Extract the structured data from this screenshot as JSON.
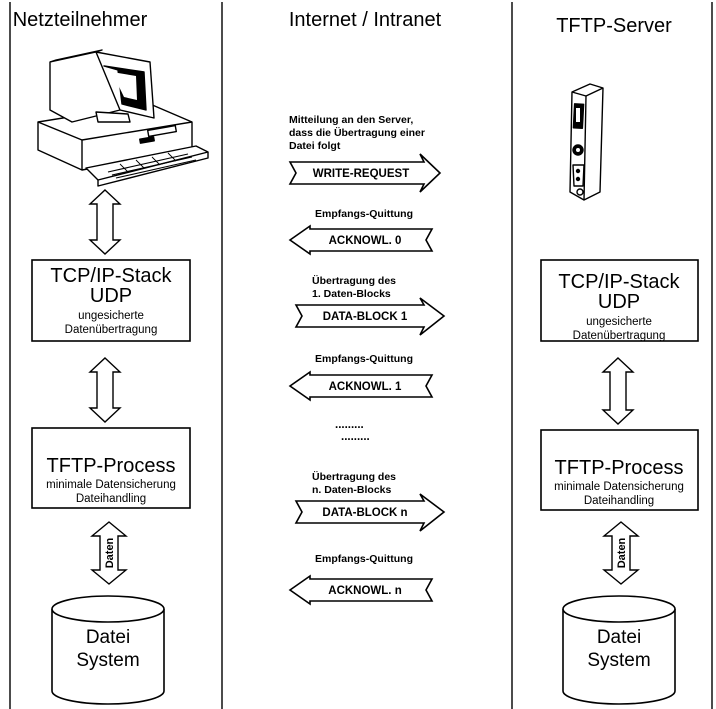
{
  "left": {
    "header": "Netzteilnehmer",
    "tcp": {
      "line1": "TCP/IP-Stack",
      "line2": "UDP",
      "line3": "ungesicherte",
      "line4": "Datenübertragung"
    },
    "tftp": {
      "line1": "TFTP-Process",
      "line2": "minimale Datensicherung",
      "line3": "Dateihandling"
    },
    "arrow_label": "Daten",
    "disk": {
      "line1": "Datei",
      "line2": "System"
    }
  },
  "middle": {
    "header": "Internet / Intranet",
    "messages": [
      {
        "lines": [
          "Mitteilung an den Server,",
          "dass die Übertragung einer",
          "Datei folgt"
        ],
        "packet": "WRITE-REQUEST",
        "direction": "right"
      },
      {
        "lines": [
          "Empfangs-Quittung"
        ],
        "packet": "ACKNOWL. 0",
        "direction": "left"
      },
      {
        "lines": [
          "Übertragung des",
          "1. Daten-Blocks"
        ],
        "packet": "DATA-BLOCK 1",
        "direction": "right"
      },
      {
        "lines": [
          "Empfangs-Quittung"
        ],
        "packet": "ACKNOWL. 1",
        "direction": "left"
      },
      {
        "lines": [
          "Übertragung des",
          "n. Daten-Blocks"
        ],
        "packet": "DATA-BLOCK n",
        "direction": "right"
      },
      {
        "lines": [
          "Empfangs-Quittung"
        ],
        "packet": "ACKNOWL. n",
        "direction": "left"
      }
    ],
    "dots1": ".........",
    "dots2": "........."
  },
  "right": {
    "header": "TFTP-Server",
    "tcp": {
      "line1": "TCP/IP-Stack",
      "line2": "UDP",
      "line3": "ungesicherte",
      "line4": "Datenübertragung"
    },
    "tftp": {
      "line1": "TFTP-Process",
      "line2": "minimale Datensicherung",
      "line3": "Dateihandling"
    },
    "arrow_label": "Daten",
    "disk": {
      "line1": "Datei",
      "line2": "System"
    }
  },
  "icons": {
    "left_device": "desktop-computer-icon",
    "right_device": "tftp-server-device-icon"
  }
}
